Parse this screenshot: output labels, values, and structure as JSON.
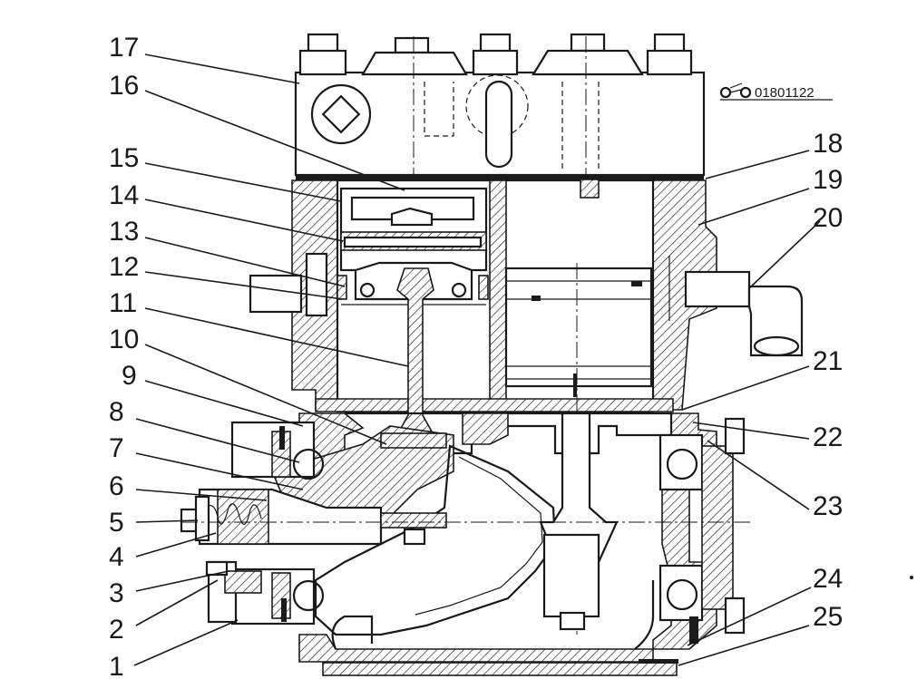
{
  "drawing_code": "01801122",
  "callouts": [
    {
      "n": "1"
    },
    {
      "n": "2"
    },
    {
      "n": "3"
    },
    {
      "n": "4"
    },
    {
      "n": "5"
    },
    {
      "n": "6"
    },
    {
      "n": "7"
    },
    {
      "n": "8"
    },
    {
      "n": "9"
    },
    {
      "n": "10"
    },
    {
      "n": "11"
    },
    {
      "n": "12"
    },
    {
      "n": "13"
    },
    {
      "n": "14"
    },
    {
      "n": "15"
    },
    {
      "n": "16"
    },
    {
      "n": "17"
    },
    {
      "n": "18"
    },
    {
      "n": "19"
    },
    {
      "n": "20"
    },
    {
      "n": "21"
    },
    {
      "n": "22"
    },
    {
      "n": "23"
    },
    {
      "n": "24"
    },
    {
      "n": "25"
    }
  ]
}
